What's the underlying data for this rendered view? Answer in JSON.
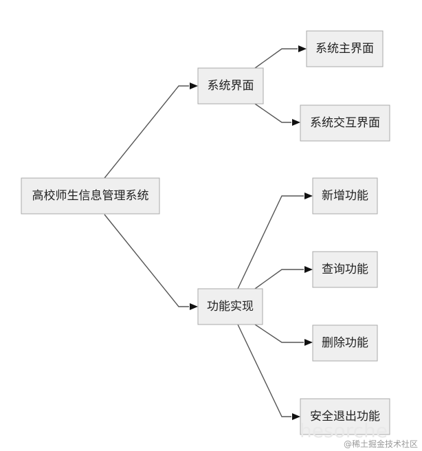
{
  "nodes": {
    "root": "高校师生信息管理系统",
    "system_ui": "系统界面",
    "main_ui": "系统主界面",
    "interactive_ui": "系统交互界面",
    "features": "功能实现",
    "add": "新增功能",
    "query": "查询功能",
    "delete": "删除功能",
    "exit": "安全退出功能"
  },
  "watermark": {
    "faint": "hesorche",
    "credit": "@稀土掘金技术社区"
  },
  "colors": {
    "node_fill": "#efefef",
    "node_border": "#a8a8a8",
    "edge": "#555555",
    "arrow": "#111111"
  }
}
